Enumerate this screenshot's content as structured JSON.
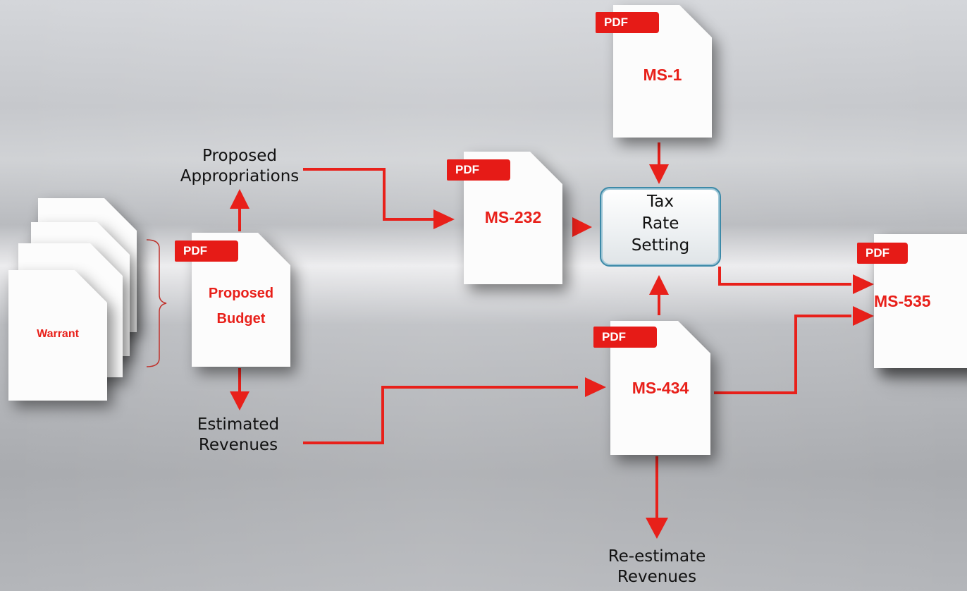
{
  "documents": {
    "warrant": {
      "label": "Warrant"
    },
    "proposed_budget": {
      "badge": "PDF",
      "line1": "Proposed",
      "line2": "Budget"
    },
    "ms232": {
      "badge": "PDF",
      "label": "MS-232"
    },
    "ms1": {
      "badge": "PDF",
      "label": "MS-1"
    },
    "ms434": {
      "badge": "PDF",
      "label": "MS-434"
    },
    "ms535": {
      "badge": "PDF",
      "label": "MS-535"
    }
  },
  "labels": {
    "proposed_appropriations": {
      "line1": "Proposed",
      "line2": "Appropriations"
    },
    "estimated_revenues": {
      "line1": "Estimated",
      "line2": "Revenues"
    },
    "reestimate_revenues": {
      "line1": "Re-estimate",
      "line2": "Revenues"
    }
  },
  "process": {
    "tax_rate_setting": {
      "line1": "Tax",
      "line2": "Rate",
      "line3": "Setting"
    }
  },
  "colors": {
    "arrow": "#e8201a",
    "badge": "#e61b17",
    "process_border": "#3d8aa8"
  }
}
